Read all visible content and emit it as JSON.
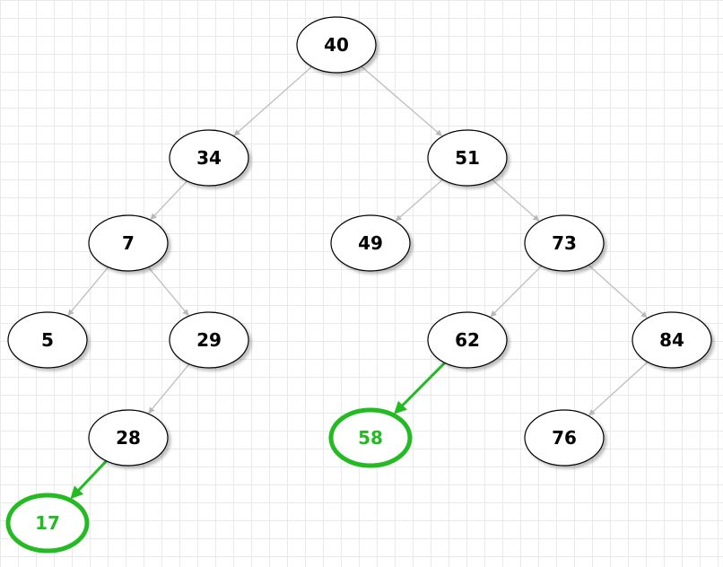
{
  "colors": {
    "node_fill": "#ffffff",
    "node_stroke": "#000000",
    "edge": "#b9b9b9",
    "highlight": "#22bb22",
    "text": "#000000"
  },
  "nodes": [
    {
      "id": "n40",
      "label": "40"
    },
    {
      "id": "n34",
      "label": "34"
    },
    {
      "id": "n51",
      "label": "51"
    },
    {
      "id": "n7",
      "label": "7"
    },
    {
      "id": "n49",
      "label": "49"
    },
    {
      "id": "n73",
      "label": "73"
    },
    {
      "id": "n5",
      "label": "5"
    },
    {
      "id": "n29",
      "label": "29"
    },
    {
      "id": "n62",
      "label": "62"
    },
    {
      "id": "n84",
      "label": "84"
    },
    {
      "id": "n28",
      "label": "28"
    },
    {
      "id": "n58",
      "label": "58",
      "highlighted": true
    },
    {
      "id": "n76",
      "label": "76"
    },
    {
      "id": "n17",
      "label": "17",
      "highlighted": true
    }
  ],
  "edges": [
    {
      "from": "n40",
      "to": "n34"
    },
    {
      "from": "n40",
      "to": "n51"
    },
    {
      "from": "n34",
      "to": "n7"
    },
    {
      "from": "n51",
      "to": "n49"
    },
    {
      "from": "n51",
      "to": "n73"
    },
    {
      "from": "n7",
      "to": "n5"
    },
    {
      "from": "n7",
      "to": "n29"
    },
    {
      "from": "n73",
      "to": "n62"
    },
    {
      "from": "n73",
      "to": "n84"
    },
    {
      "from": "n29",
      "to": "n28"
    },
    {
      "from": "n62",
      "to": "n58",
      "highlighted": true
    },
    {
      "from": "n84",
      "to": "n76"
    },
    {
      "from": "n28",
      "to": "n17",
      "highlighted": true
    }
  ]
}
